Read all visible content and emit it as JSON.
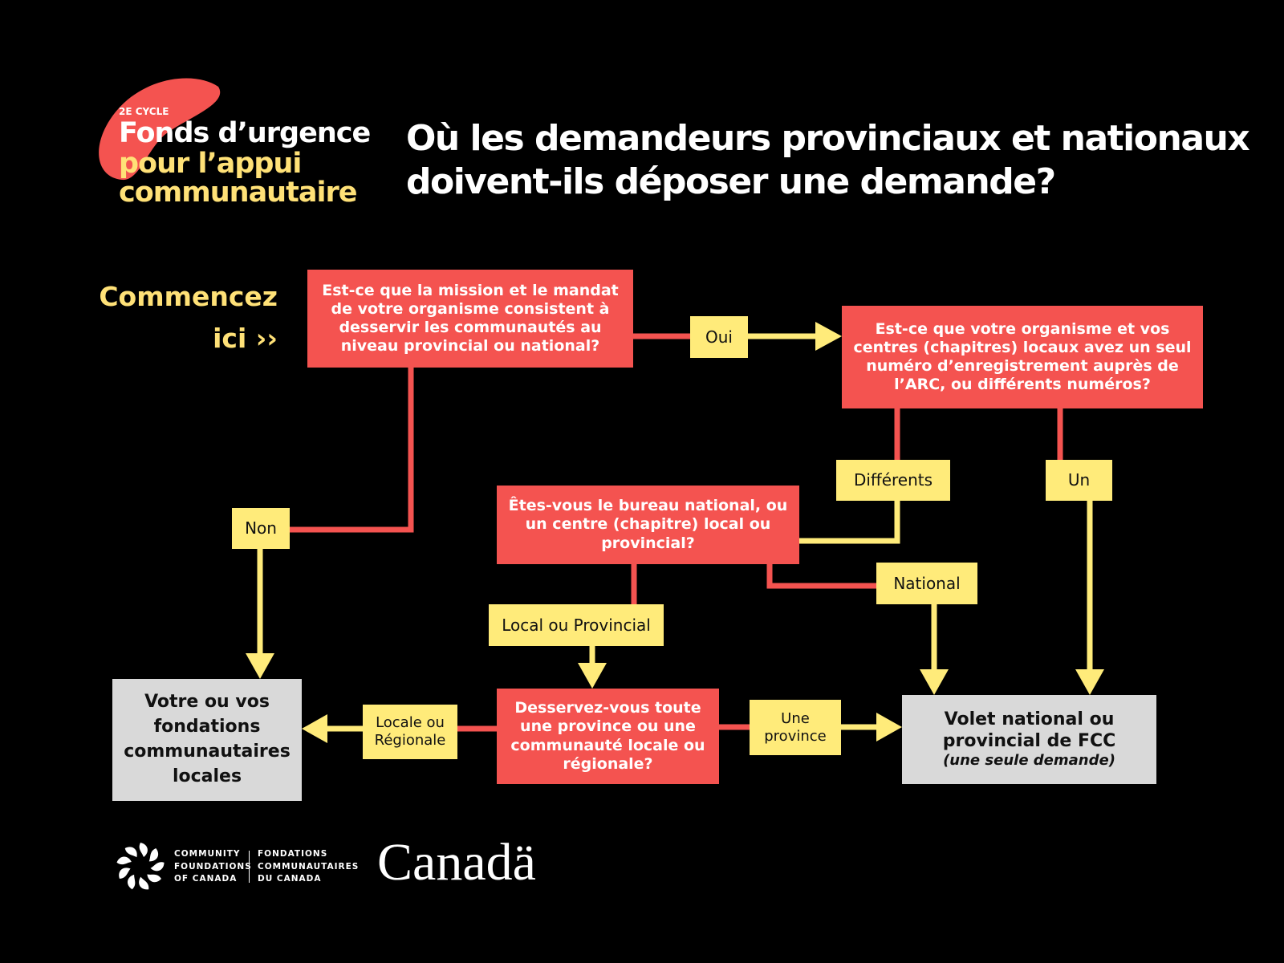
{
  "brand": {
    "cycle": "2E CYCLE",
    "line1": "Fonds d’urgence",
    "line2": "pour l’appui",
    "line3": "communautaire"
  },
  "title": {
    "line1": "Où les demandeurs provinciaux et nationaux",
    "line2": "doivent-ils déposer une demande?"
  },
  "start": {
    "line1": "Commencez",
    "line2": "ici ››"
  },
  "questions": {
    "q1": "Est-ce que la mission et le mandat de votre organisme consistent à desservir les communautés au niveau provincial ou national?",
    "q2": "Est-ce que votre organisme et vos centres (chapitres) locaux avez un seul numéro d’enregistrement auprès de l’ARC, ou différents numéros?",
    "q3": "Êtes-vous le bureau national, ou un centre (chapitre) local ou provincial?",
    "q4": "Desservez-vous toute une province ou une communauté locale ou régionale?"
  },
  "answers": {
    "oui": "Oui",
    "non": "Non",
    "differents": "Différents",
    "un": "Un",
    "national": "National",
    "local_provincial": "Local ou Provincial",
    "locale_regionale": "Locale ou Régionale",
    "une_province": "Une province"
  },
  "outcomes": {
    "local": "Votre ou vos fondations communautaires locales",
    "national_title": "Volet national ou provincial de FCC",
    "national_note": "(une seule demande)"
  },
  "footer": {
    "cfc_en": [
      "COMMUNITY",
      "FOUNDATIONS",
      "OF CANADA"
    ],
    "cfc_fr": [
      "FONDATIONS",
      "COMMUNAUTAIRES",
      "DU CANADA"
    ],
    "canada": "Canadä"
  },
  "colors": {
    "red": "#F45350",
    "yellow": "#FFEB7A",
    "gray": "#D9D9D9",
    "title_yellow": "#FFE177"
  }
}
